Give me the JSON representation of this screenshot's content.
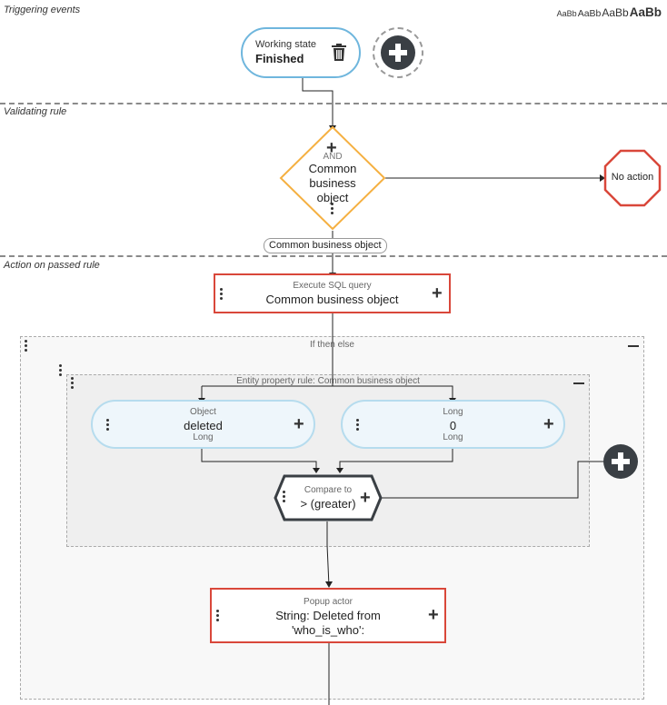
{
  "sections": {
    "triggering": "Triggering events",
    "validating": "Validating rule",
    "action": "Action on passed rule"
  },
  "font_size_sample": [
    "AaBb",
    "AaBb",
    "AaBb",
    "AaBb"
  ],
  "trigger": {
    "label": "Working state",
    "value": "Finished"
  },
  "rule": {
    "operator": "AND",
    "object": "Common business object"
  },
  "no_action": "No action",
  "edge_label": "Common business object",
  "sql": {
    "label": "Execute SQL query",
    "value": "Common business object"
  },
  "if_then_else": "If then else",
  "entity_rule": "Entity property rule: Common business object",
  "object_node": {
    "label": "Object",
    "value": "deleted",
    "type": "Long"
  },
  "long_node": {
    "label": "Long",
    "value": "0",
    "type": "Long"
  },
  "compare": {
    "label": "Compare to",
    "value": "> (greater)"
  },
  "popup": {
    "label": "Popup actor",
    "value_line1": "String: Deleted from",
    "value_line2": "'who_is_who':"
  },
  "colors": {
    "accent_blue": "#6fb6dd",
    "warning": "#f5b041",
    "danger": "#d9473a",
    "dark": "#333333"
  }
}
